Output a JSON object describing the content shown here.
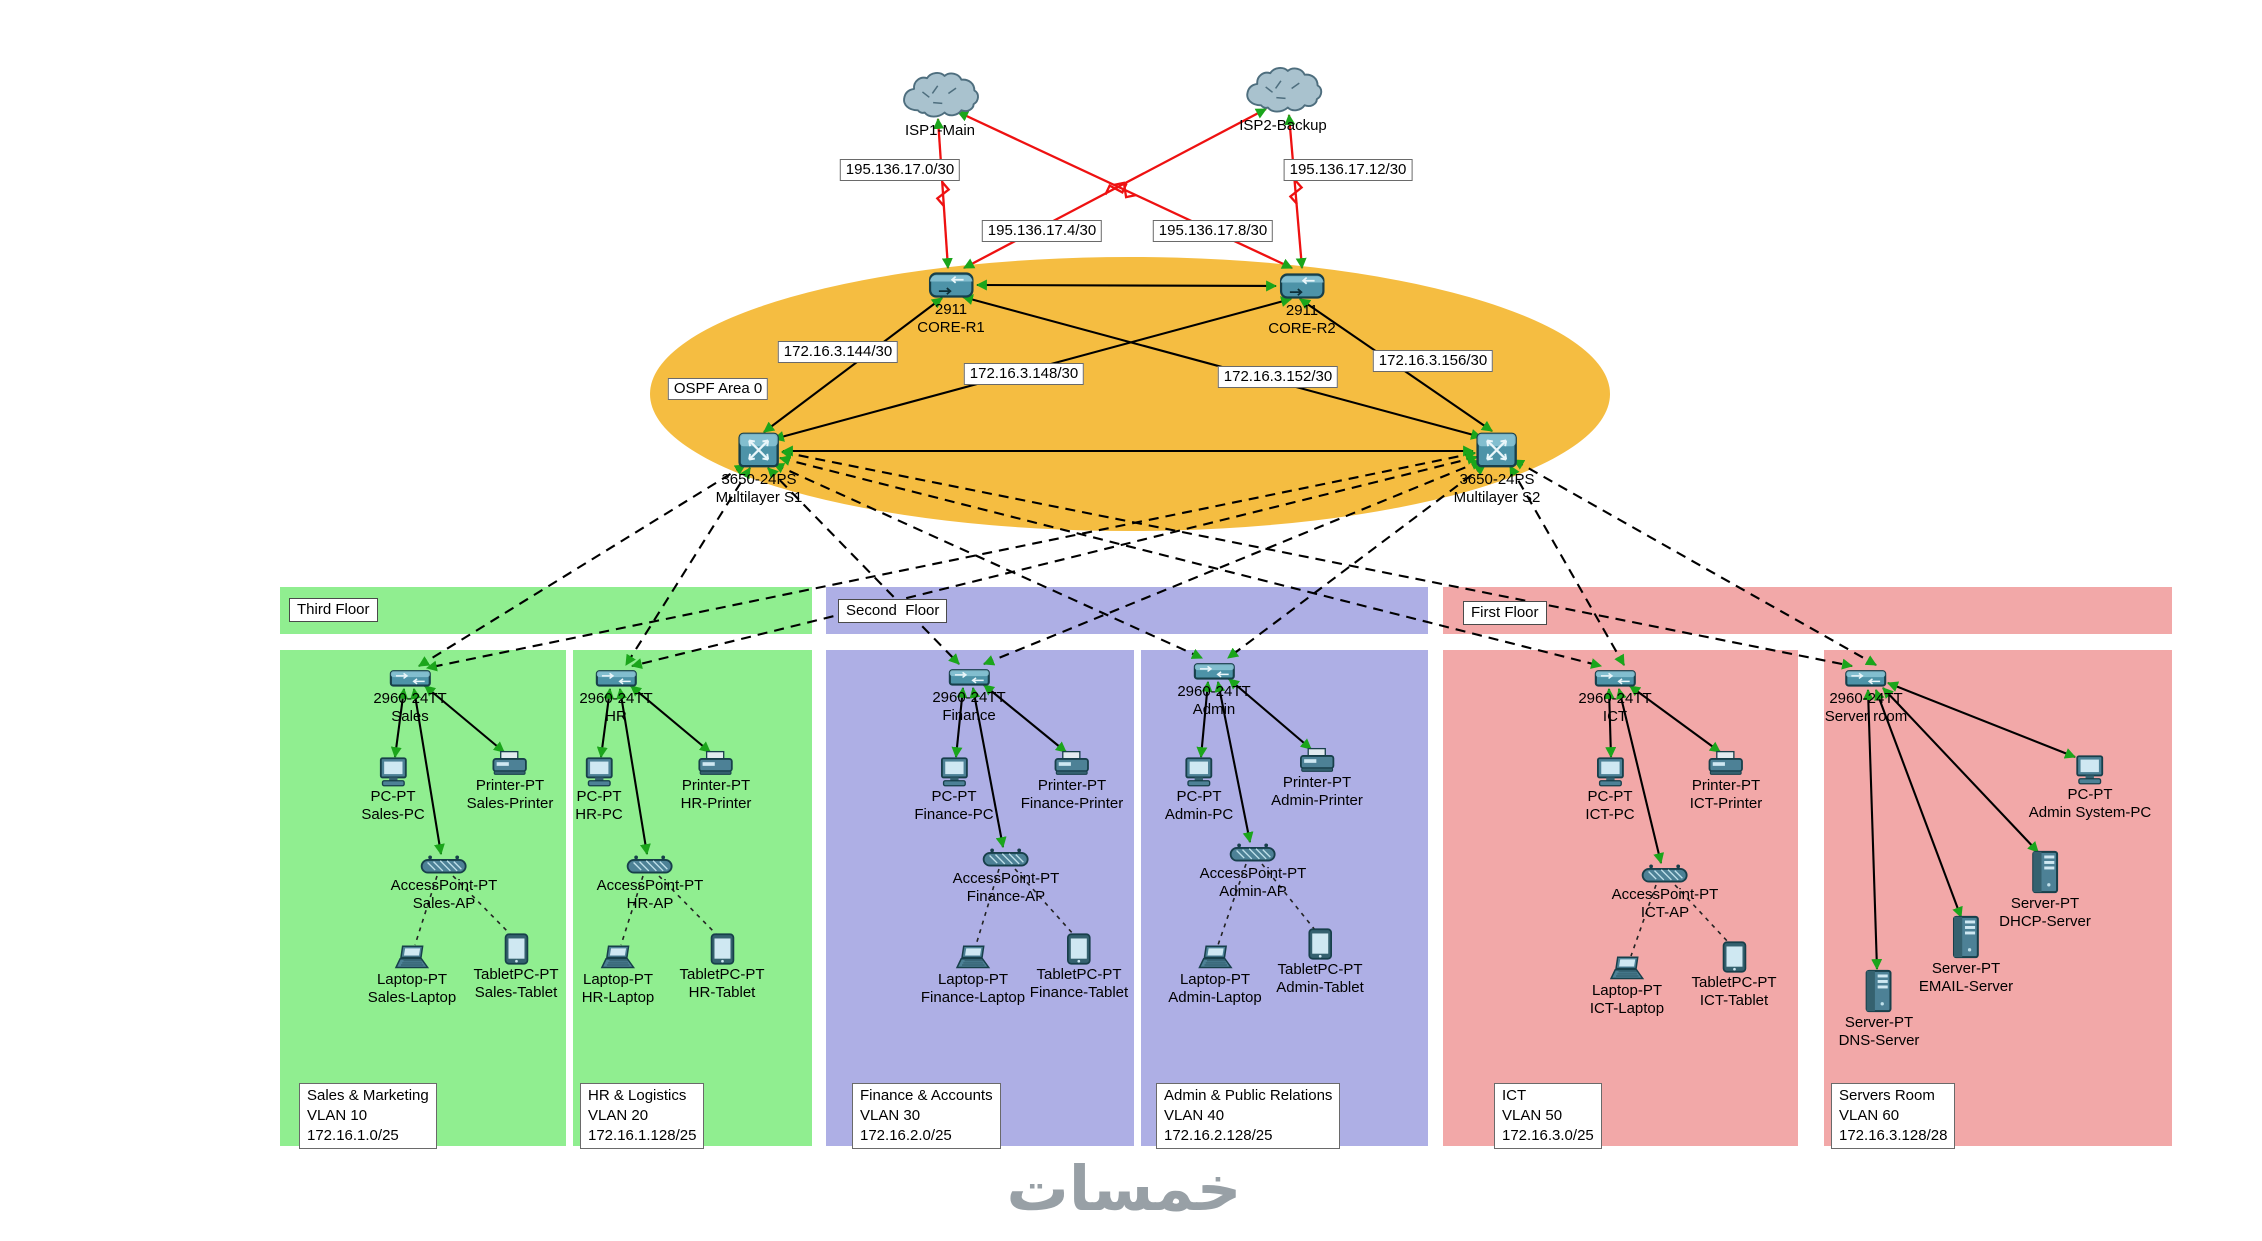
{
  "watermark": "خمسات",
  "colors": {
    "floor_green": "#90EE90",
    "floor_purple": "#AEAFE5",
    "floor_pink": "#F2A8A8",
    "ospf_orange": "#F5BD41",
    "link_red": "#EE1111",
    "status_green": "#1BA51B",
    "device_teal": "#4D93A8",
    "watermark_gray": "#98A0A6"
  },
  "wan": {
    "isp1": {
      "name": "ISP1-Main"
    },
    "isp2": {
      "name": "ISP2-Backup"
    },
    "links": {
      "a": "195.136.17.0/30",
      "b": "195.136.17.4/30",
      "c": "195.136.17.8/30",
      "d": "195.136.17.12/30"
    }
  },
  "core": {
    "ospf_area": "OSPF Area 0",
    "r1": {
      "model": "2911",
      "name": "CORE-R1"
    },
    "r2": {
      "model": "2911",
      "name": "CORE-R2"
    },
    "s1": {
      "model": "3650-24PS",
      "name": "Multilayer S1"
    },
    "s2": {
      "model": "3650-24PS",
      "name": "Multilayer S2"
    },
    "links": {
      "a": "172.16.3.144/30",
      "b": "172.16.3.148/30",
      "c": "172.16.3.152/30",
      "d": "172.16.3.156/30"
    }
  },
  "floors": {
    "third": "Third Floor",
    "second": "Second  Floor",
    "first": "First Floor"
  },
  "departments": {
    "sales": {
      "switch": {
        "model": "2960-24TT",
        "name": "Sales"
      },
      "pc": {
        "model": "PC-PT",
        "name": "Sales-PC"
      },
      "printer": {
        "model": "Printer-PT",
        "name": "Sales-Printer"
      },
      "ap": {
        "model": "AccessPoint-PT",
        "name": "Sales-AP"
      },
      "laptop": {
        "model": "Laptop-PT",
        "name": "Sales-Laptop"
      },
      "tablet": {
        "model": "TabletPC-PT",
        "name": "Sales-Tablet"
      },
      "info": [
        "Sales & Marketing",
        "VLAN 10",
        "172.16.1.0/25"
      ]
    },
    "hr": {
      "switch": {
        "model": "2960-24TT",
        "name": "HR"
      },
      "pc": {
        "model": "PC-PT",
        "name": "HR-PC"
      },
      "printer": {
        "model": "Printer-PT",
        "name": "HR-Printer"
      },
      "ap": {
        "model": "AccessPoint-PT",
        "name": "HR-AP"
      },
      "laptop": {
        "model": "Laptop-PT",
        "name": "HR-Laptop"
      },
      "tablet": {
        "model": "TabletPC-PT",
        "name": "HR-Tablet"
      },
      "info": [
        "HR & Logistics",
        "VLAN 20",
        "172.16.1.128/25"
      ]
    },
    "finance": {
      "switch": {
        "model": "2960-24TT",
        "name": "Finance"
      },
      "pc": {
        "model": "PC-PT",
        "name": "Finance-PC"
      },
      "printer": {
        "model": "Printer-PT",
        "name": "Finance-Printer"
      },
      "ap": {
        "model": "AccessPoint-PT",
        "name": "Finance-AP"
      },
      "laptop": {
        "model": "Laptop-PT",
        "name": "Finance-Laptop"
      },
      "tablet": {
        "model": "TabletPC-PT",
        "name": "Finance-Tablet"
      },
      "info": [
        "Finance & Accounts",
        "VLAN 30",
        "172.16.2.0/25"
      ]
    },
    "admin": {
      "switch": {
        "model": "2960-24TT",
        "name": "Admin"
      },
      "pc": {
        "model": "PC-PT",
        "name": "Admin-PC"
      },
      "printer": {
        "model": "Printer-PT",
        "name": "Admin-Printer"
      },
      "ap": {
        "model": "AccessPoint-PT",
        "name": "Admin-AP"
      },
      "laptop": {
        "model": "Laptop-PT",
        "name": "Admin-Laptop"
      },
      "tablet": {
        "model": "TabletPC-PT",
        "name": "Admin-Tablet"
      },
      "info": [
        "Admin & Public Relations",
        "VLAN 40",
        "172.16.2.128/25"
      ]
    },
    "ict": {
      "switch": {
        "model": "2960-24TT",
        "name": "ICT"
      },
      "pc": {
        "model": "PC-PT",
        "name": "ICT-PC"
      },
      "printer": {
        "model": "Printer-PT",
        "name": "ICT-Printer"
      },
      "ap": {
        "model": "AccessPoint-PT",
        "name": "ICT-AP"
      },
      "laptop": {
        "model": "Laptop-PT",
        "name": "ICT-Laptop"
      },
      "tablet": {
        "model": "TabletPC-PT",
        "name": "ICT-Tablet"
      },
      "info": [
        "ICT",
        "VLAN 50",
        "172.16.3.0/25"
      ]
    },
    "servers": {
      "switch": {
        "model": "2960-24TT",
        "name": "Server room"
      },
      "admin_pc": {
        "model": "PC-PT",
        "name": "Admin System-PC"
      },
      "dhcp": {
        "model": "Server-PT",
        "name": "DHCP-Server"
      },
      "email": {
        "model": "Server-PT",
        "name": "EMAIL-Server"
      },
      "dns": {
        "model": "Server-PT",
        "name": "DNS-Server"
      },
      "info": [
        "Servers Room",
        "VLAN 60",
        "172.16.3.128/28"
      ]
    }
  }
}
